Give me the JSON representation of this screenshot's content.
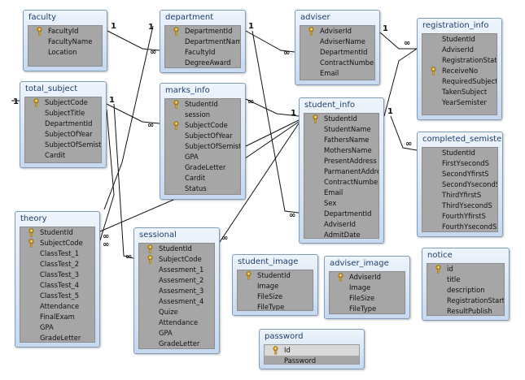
{
  "diagram": {
    "tables": [
      {
        "id": "faculty",
        "title": "faculty",
        "fields": [
          {
            "name": "FacultyId",
            "key": true
          },
          {
            "name": "FacultyName"
          },
          {
            "name": "Location"
          }
        ]
      },
      {
        "id": "department",
        "title": "department",
        "fields": [
          {
            "name": "DepartmentId",
            "key": true
          },
          {
            "name": "DepartmentName"
          },
          {
            "name": "FacultyId"
          },
          {
            "name": "DegreeAward"
          }
        ]
      },
      {
        "id": "adviser",
        "title": "adviser",
        "fields": [
          {
            "name": "AdviserId",
            "key": true
          },
          {
            "name": "AdviserName"
          },
          {
            "name": "DepartmentId"
          },
          {
            "name": "ContractNumber"
          },
          {
            "name": "Email"
          }
        ]
      },
      {
        "id": "registration_info",
        "title": "registration_info",
        "fields": [
          {
            "name": "StudentId"
          },
          {
            "name": "AdviserId"
          },
          {
            "name": "RegistrationStatus"
          },
          {
            "name": "ReceiveNo",
            "key": true
          },
          {
            "name": "RequiredSubject"
          },
          {
            "name": "TakenSubject"
          },
          {
            "name": "YearSemister"
          }
        ]
      },
      {
        "id": "total_subject",
        "title": "total_subject",
        "fields": [
          {
            "name": "SubjectCode",
            "key": true
          },
          {
            "name": "SubjectTitle"
          },
          {
            "name": "DepartmentId"
          },
          {
            "name": "SubjectOfYear"
          },
          {
            "name": "SubjectOfSemister"
          },
          {
            "name": "Cardit"
          }
        ]
      },
      {
        "id": "marks_info",
        "title": "marks_info",
        "fields": [
          {
            "name": "StudentId",
            "key": true
          },
          {
            "name": "session"
          },
          {
            "name": "SubjectCode",
            "key": true
          },
          {
            "name": "SubjectOfYear"
          },
          {
            "name": "SubjectOfSemister"
          },
          {
            "name": "GPA"
          },
          {
            "name": "GradeLetter"
          },
          {
            "name": "Cardit"
          },
          {
            "name": "Status"
          }
        ]
      },
      {
        "id": "student_info",
        "title": "student_info",
        "fields": [
          {
            "name": "StudentId",
            "key": true
          },
          {
            "name": "StudentName"
          },
          {
            "name": "FathersName"
          },
          {
            "name": "MothersName"
          },
          {
            "name": "PresentAddress"
          },
          {
            "name": "ParmanentAddress"
          },
          {
            "name": "ContractNumber"
          },
          {
            "name": "Email"
          },
          {
            "name": "Sex"
          },
          {
            "name": "DepartmentId"
          },
          {
            "name": "AdviserId"
          },
          {
            "name": "AdmitDate"
          }
        ]
      },
      {
        "id": "completed_semister",
        "title": "completed_semister",
        "fields": [
          {
            "name": "StudentId"
          },
          {
            "name": "FirstYsecondS"
          },
          {
            "name": "SecondYfirstS"
          },
          {
            "name": "SecondYsecondS"
          },
          {
            "name": "ThirdYfirstS"
          },
          {
            "name": "ThirdYsecondS"
          },
          {
            "name": "FourthYfirstS"
          },
          {
            "name": "FourthYsecondS"
          }
        ]
      },
      {
        "id": "theory",
        "title": "theory",
        "fields": [
          {
            "name": "StudentId",
            "key": true
          },
          {
            "name": "SubjectCode",
            "key": true
          },
          {
            "name": "ClassTest_1"
          },
          {
            "name": "ClassTest_2"
          },
          {
            "name": "ClassTest_3"
          },
          {
            "name": "ClassTest_4"
          },
          {
            "name": "ClassTest_5"
          },
          {
            "name": "Attendance"
          },
          {
            "name": "FinalExam"
          },
          {
            "name": "GPA"
          },
          {
            "name": "GradeLetter"
          }
        ]
      },
      {
        "id": "sessional",
        "title": "sessional",
        "fields": [
          {
            "name": "StudentId",
            "key": true
          },
          {
            "name": "SubjectCode",
            "key": true
          },
          {
            "name": "Assesment_1"
          },
          {
            "name": "Assesment_2"
          },
          {
            "name": "Assesment_3"
          },
          {
            "name": "Assesment_4"
          },
          {
            "name": "Quize"
          },
          {
            "name": "Attendance"
          },
          {
            "name": "GPA"
          },
          {
            "name": "GradeLetter"
          }
        ]
      },
      {
        "id": "student_image",
        "title": "student_image",
        "fields": [
          {
            "name": "StudentId",
            "key": true
          },
          {
            "name": "Image"
          },
          {
            "name": "FileSize"
          },
          {
            "name": "FileType"
          }
        ]
      },
      {
        "id": "adviser_image",
        "title": "adviser_image",
        "fields": [
          {
            "name": "AdviserId",
            "key": true
          },
          {
            "name": "Image"
          },
          {
            "name": "FileSize"
          },
          {
            "name": "FileType"
          }
        ]
      },
      {
        "id": "notice",
        "title": "notice",
        "fields": [
          {
            "name": "id",
            "key": true
          },
          {
            "name": "title"
          },
          {
            "name": "description"
          },
          {
            "name": "RegistrationStarted"
          },
          {
            "name": "ResultPublish"
          }
        ]
      },
      {
        "id": "password",
        "title": "password",
        "style": "light",
        "fields": [
          {
            "name": "Id",
            "key": true,
            "selected": true
          },
          {
            "name": "Password",
            "alt": true
          }
        ]
      }
    ],
    "symbols": {
      "one": "1",
      "many": "∞"
    }
  }
}
